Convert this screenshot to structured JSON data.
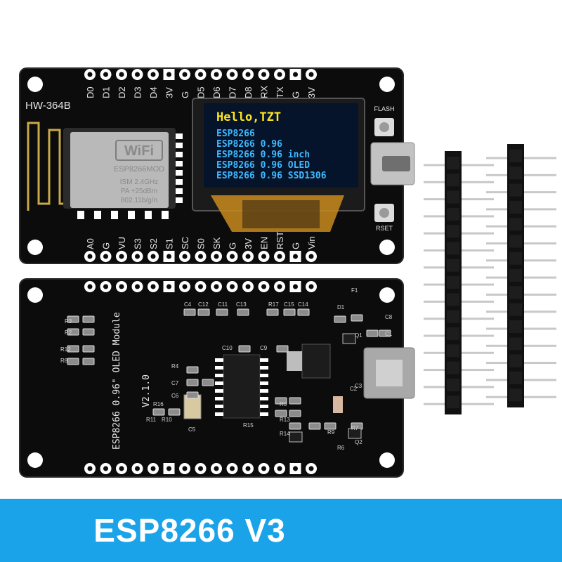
{
  "colors": {
    "pcb": "#0c0c0c",
    "pcb_edge": "#222222",
    "pad": "#ffffff",
    "silk": "#e6e6e6",
    "oled_screen": "#05142a",
    "oled_yellow": "#ffe61e",
    "oled_blue": "#3fb8ff",
    "flex_cable": "#c98a1f",
    "banner": "#1aa3e8",
    "header_pin": "#c8c8c8",
    "header_plastic": "#111111"
  },
  "front_board": {
    "model_label": "HW-364B",
    "top_pin_labels": [
      "D0",
      "D1",
      "D2",
      "D3",
      "D4",
      "3V",
      "G",
      "D5",
      "D6",
      "D7",
      "D8",
      "RX",
      "TX",
      "G",
      "3V"
    ],
    "bottom_pin_labels": [
      "A0",
      "G",
      "VU",
      "S3",
      "S2",
      "S1",
      "SC",
      "S0",
      "SK",
      "G",
      "3V",
      "EN",
      "RST",
      "G",
      "Vin"
    ],
    "flash_label": "FLASH",
    "reset_label": "RSET",
    "wifi_module": {
      "logo": "WiFi",
      "model": "ESP8266MOD",
      "spec_lines": [
        "ISM 2.4GHz",
        "PA +25dBm",
        "802.11b/g/n"
      ]
    },
    "oled": {
      "title_line": "Hello,TZT",
      "lines": [
        "ESP8266",
        "ESP8266 0.96",
        "ESP8266 0.96 inch",
        "ESP8266 0.96 OLED",
        "ESP8266 0.96 SSD1306"
      ]
    }
  },
  "back_board": {
    "silk_title": "ESP8266  0.96\" OLED Module",
    "version": "V2.1.0",
    "component_labels": [
      "R3",
      "R2",
      "R12",
      "R8",
      "C4",
      "C12",
      "C11",
      "C13",
      "R17",
      "C15",
      "C14",
      "C10",
      "C9",
      "R4",
      "C7",
      "C6",
      "R16",
      "R11",
      "R10",
      "R5",
      "R15",
      "R13",
      "R14",
      "R6",
      "R7",
      "C3",
      "Q2",
      "Q1",
      "D1",
      "F1",
      "C8",
      "C1",
      "C2",
      "C5",
      "R9"
    ]
  },
  "banner": {
    "text": "ESP8266 V3"
  },
  "icons": {
    "antenna": "pcb-antenna-icon",
    "wifi": "wifi-logo-icon"
  }
}
